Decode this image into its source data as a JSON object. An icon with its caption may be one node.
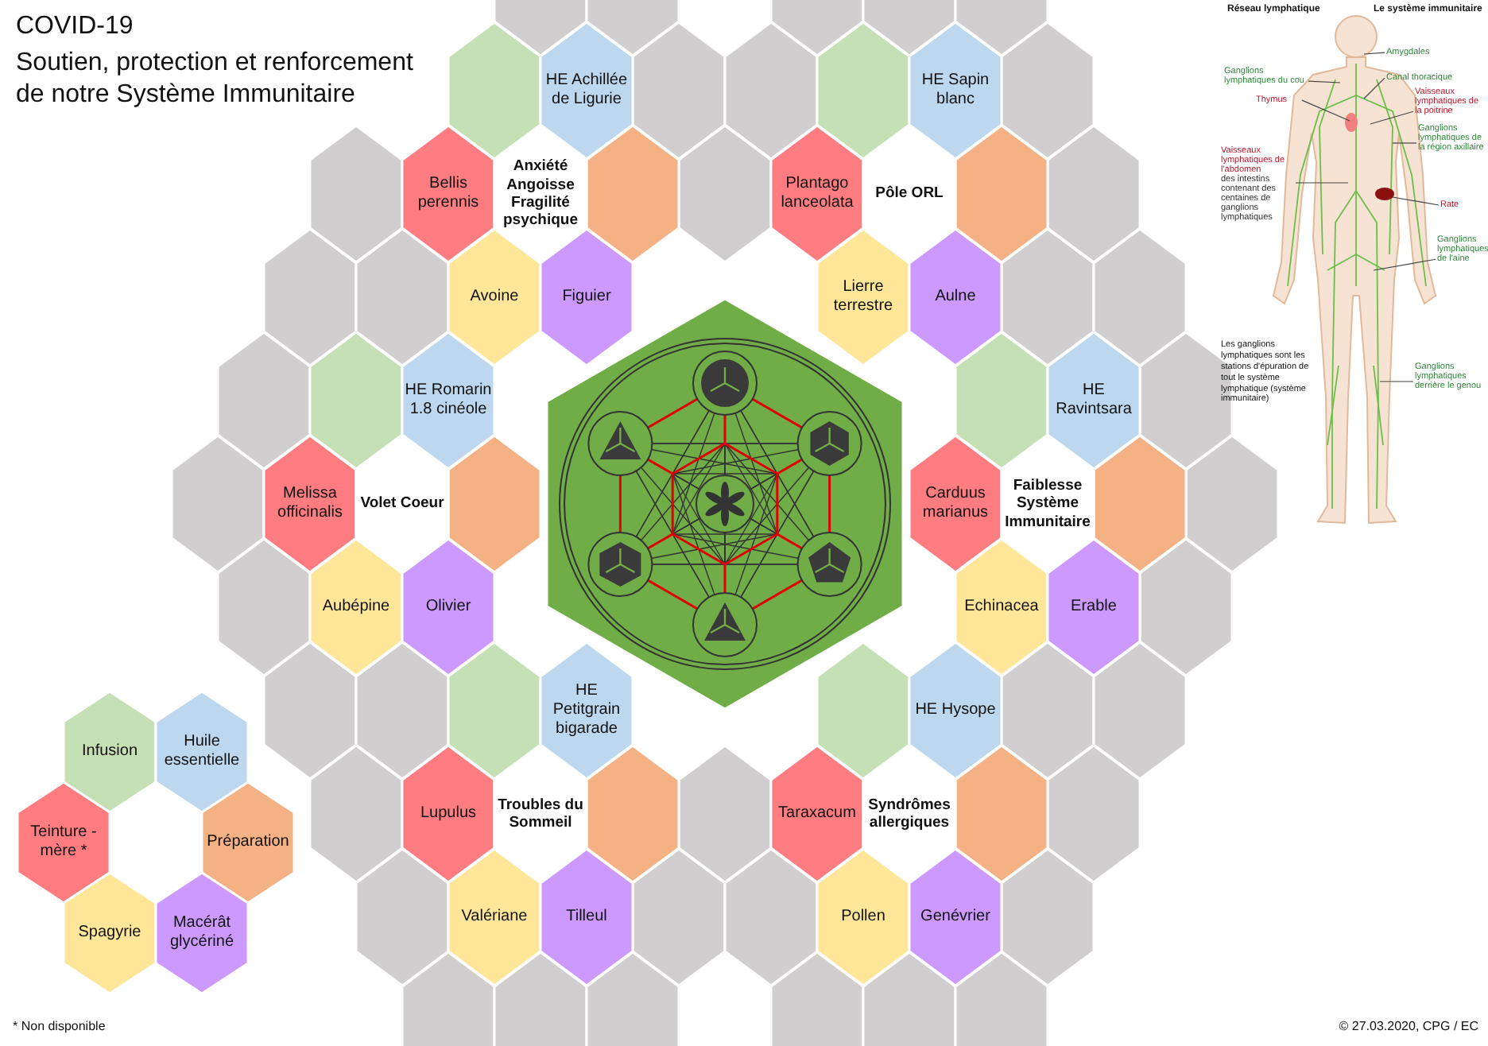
{
  "diagram": {
    "title": "COVID-19",
    "nodes": [
      {
        "text": [],
        "shape": "hexagon"
      },
      {
        "text": [
          "HE Achillée de Ligurie"
        ]
      },
      {
        "text": [
          "Bellis perennis"
        ]
      },
      {
        "text": [
          "Anxiété Angoisse Fragilité psychique"
        ]
      },
      {
        "text": [],
        "shape": "hexagon"
      },
      {
        "text": [
          "Avoine"
        ]
      },
      {
        "text": [
          "Figuier"
        ]
      },
      {
        "text": [],
        "shape": "hexagon"
      },
      {
        "text": [
          "HE Sapin blanc"
        ]
      },
      {
        "text": [
          "Plantago lanceolata"
        ]
      },
      {
        "text": [
          "Pôle ORL"
        ]
      },
      {
        "text": [],
        "shape": "hexagon"
      },
      {
        "text": [
          "Lierre terrestre"
        ]
      },
      {
        "text": [
          "Aulne"
        ]
      },
      {
        "text": [],
        "shape": "hexagon"
      },
      {
        "text": [
          "HE Romarin 1.8 cinéole"
        ]
      },
      {
        "text": [
          "Melissa officinalis"
        ]
      },
      {
        "text": [
          "Volet Coeur"
        ]
      },
      {
        "text": [],
        "shape": "hexagon"
      },
      {
        "text": [
          "Aubépine"
        ]
      },
      {
        "text": [
          "Olivier"
        ]
      },
      {
        "text": [],
        "shape": "hexagon"
      },
      {
        "text": [
          "HE Ravintsara"
        ]
      },
      {
        "text": [
          "Carduus marianus"
        ]
      },
      {
        "text": [
          "Faiblesse Système Immunitaire"
        ]
      },
      {
        "text": [],
        "shape": "hexagon"
      },
      {
        "text": [
          "Echinacea"
        ]
      },
      {
        "text": [
          "Erable"
        ]
      },
      {
        "text": [],
        "shape": "hexagon"
      },
      {
        "text": [
          "HE Petitgrain bigarade"
        ]
      },
      {
        "text": [
          "Lupulus"
        ]
      },
      {
        "text": [
          "Troubles du Sommeil"
        ]
      },
      {
        "text": [],
        "shape": "hexagon"
      },
      {
        "text": [
          "Valériane"
        ]
      },
      {
        "text": [
          "Tilleul"
        ]
      },
      {
        "text": [],
        "shape": "hexagon"
      },
      {
        "text": [
          "HE Hysope"
        ]
      },
      {
        "text": [
          "Taraxacum"
        ]
      },
      {
        "text": [
          "Syndrômes allergiques"
        ]
      },
      {
        "text": [],
        "shape": "hexagon"
      },
      {
        "text": [
          "Pollen"
        ]
      },
      {
        "text": [
          "Genévrier"
        ]
      },
      {
        "text": [
          "Amygdales"
        ]
      },
      {
        "text": [
          "Ganglions lymphatiques du cou"
        ]
      },
      {
        "text": [
          "Canal thoracique"
        ]
      },
      {
        "text": [
          "Thymus"
        ]
      },
      {
        "text": [
          "Vaisseaux lymphatiques de la poitrine"
        ]
      },
      {
        "text": [
          "Ganglions lymphatiques de la région axillaire"
        ]
      },
      {
        "text": [
          "Rate"
        ]
      },
      {
        "text": [
          "Vaisseaux lymphatiques de l'abdomen",
          "des intestins contenant des centaines de ganglions lymphatiques"
        ]
      },
      {
        "text": [
          "Ganglions lymphatiques de l'aine"
        ]
      },
      {
        "text": [
          "Ganglions lymphatiques derrière le genou"
        ]
      },
      {
        "text": [],
        "shape": "hexagon"
      },
      {
        "text": [],
        "shape": "hexagon"
      },
      {
        "text": [],
        "shape": "hexagon"
      },
      {
        "text": [],
        "shape": "hexagon"
      },
      {
        "text": [],
        "shape": "hexagon"
      },
      {
        "text": [],
        "shape": "hexagon"
      },
      {
        "text": [],
        "shape": "hexagon"
      },
      {
        "text": [],
        "shape": "hexagon"
      },
      {
        "text": [],
        "shape": "hexagon"
      },
      {
        "text": [],
        "shape": "hexagon"
      },
      {
        "text": [],
        "shape": "hexagon"
      },
      {
        "text": [],
        "shape": "hexagon"
      },
      {
        "text": [],
        "shape": "hexagon"
      },
      {
        "text": [],
        "shape": "hexagon"
      },
      {
        "text": [],
        "shape": "hexagon"
      },
      {
        "text": [],
        "shape": "hexagon"
      },
      {
        "text": [],
        "shape": "hexagon"
      },
      {
        "text": [],
        "shape": "hexagon"
      },
      {
        "text": [],
        "shape": "hexagon"
      },
      {
        "text": [],
        "shape": "hexagon"
      },
      {
        "text": [],
        "shape": "hexagon"
      },
      {
        "text": [],
        "shape": "hexagon"
      },
      {
        "text": [],
        "shape": "hexagon"
      },
      {
        "text": [],
        "shape": "hexagon"
      },
      {
        "text": [],
        "shape": "hexagon"
      },
      {
        "text": [],
        "shape": "hexagon"
      },
      {
        "text": [],
        "shape": "hexagon"
      },
      {
        "text": [],
        "shape": "hexagon"
      },
      {
        "text": [],
        "shape": "hexagon"
      },
      {
        "text": [],
        "shape": "hexagon"
      },
      {
        "text": [],
        "shape": "hexagon"
      },
      {
        "text": [],
        "shape": "hexagon"
      },
      {
        "text": [],
        "shape": "hexagon"
      },
      {
        "text": [],
        "shape": "hexagon"
      },
      {
        "text": [],
        "shape": "hexagon"
      },
      {
        "text": [],
        "shape": "hexagon"
      },
      {
        "text": [],
        "shape": "hexagon"
      },
      {
        "text": [],
        "shape": "hexagon"
      }
    ],
    "edges": [
      {
        "from": 42,
        "to": null,
        "arrow": "none"
      },
      {
        "from": 43,
        "to": null,
        "arrow": "none"
      },
      {
        "from": 44,
        "to": null,
        "arrow": "none"
      },
      {
        "from": 45,
        "to": null,
        "arrow": "none"
      },
      {
        "from": 46,
        "to": null,
        "arrow": "none"
      },
      {
        "from": 47,
        "to": null,
        "arrow": "none"
      },
      {
        "from": 48,
        "to": null,
        "arrow": "none"
      },
      {
        "from": 49,
        "to": null,
        "arrow": "none"
      },
      {
        "from": 50,
        "to": null,
        "arrow": "none"
      },
      {
        "from": 51,
        "to": null,
        "arrow": "none"
      }
    ],
    "labels": [
      "Soutien, protection et renforcement de notre Système Immunitaire",
      "Réseau lymphatique",
      "Le système immunitaire",
      "Les ganglions lymphatiques sont les stations d'épuration de tout le système lymphatique (système immunitaire)",
      "* Non disponible",
      "© 27.03.2020, CPG / EC"
    ],
    "legend": [
      {
        "text": "Infusion",
        "color": "#c5e0b4"
      },
      {
        "text": "Huile essentielle",
        "color": "#bdd7ee"
      },
      {
        "text": "Teinture - mère *",
        "color": "#ff7c80"
      },
      {
        "text": "Préparation",
        "color": "#f4b183"
      },
      {
        "text": "Spagyrie",
        "color": "#ffe699"
      },
      {
        "text": "Macérât glycériné",
        "color": "#cc99ff"
      }
    ]
  }
}
